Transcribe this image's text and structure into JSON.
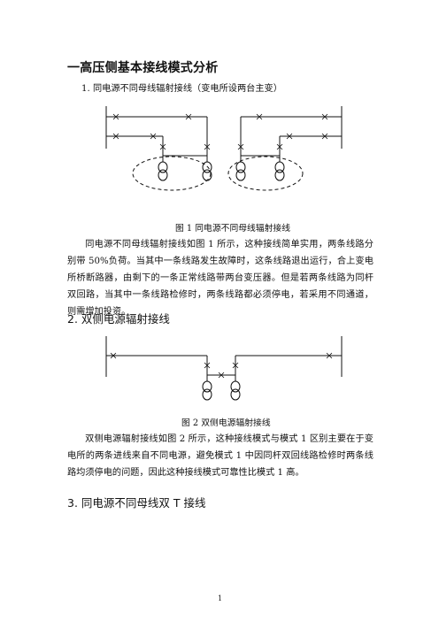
{
  "page": {
    "heading": "一高压侧基本接线模式分析",
    "section1": {
      "subheading": "1. 同电源不同母线辐射接线（变电所设两台主变）",
      "caption": "图 1  同电源不同母线辐射接线",
      "paragraph": "同电源不同母线辐射接线如图 1 所示，这种接线简单实用，两条线路分别带 50%负荷。当其中一条线路发生故障时，这条线路退出运行，合上变电所桥断路器，由剩下的一条正常线路带两台变压器。但是若两条线路为同杆双回路，当其中一条线路检修时，两条线路都必须停电，若采用不同通道，则需增加投资。"
    },
    "section2": {
      "heading": "2.  双侧电源辐射接线",
      "caption": "图 2  双侧电源辐射接线",
      "paragraph": "双侧电源辐射接线如图 2 所示，这种接线模式与模式 1 区别主要在于变电所的两条进线来自不同电源，避免模式 1 中因同杆双回线路检修时两条线路均须停电的问题，因此这种接线模式可靠性比模式 1 高。"
    },
    "section3": {
      "heading": "3.  同电源不同母线双 T 接线"
    },
    "page_number": "1"
  }
}
